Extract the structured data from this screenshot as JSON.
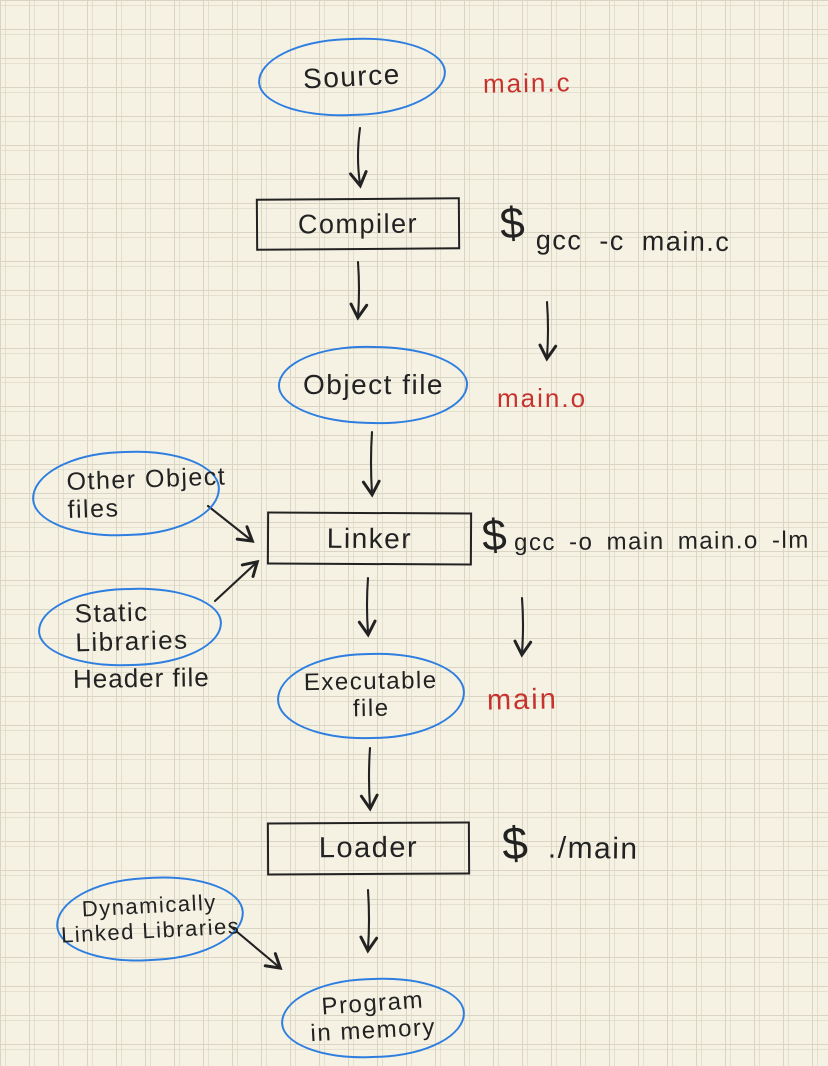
{
  "diagram": {
    "colors": {
      "paper": "#f5f2e4",
      "grid_line": "#d9d4c4",
      "node_stroke_blue": "#2e7ee0",
      "annotation_red": "#c8322d",
      "ink": "#222222"
    },
    "nodes": {
      "source": {
        "shape": "ellipse",
        "label": "Source"
      },
      "compiler": {
        "shape": "rect",
        "label": "Compiler"
      },
      "object_file": {
        "shape": "ellipse",
        "label": "Object file"
      },
      "other_object_files": {
        "shape": "ellipse",
        "lines": [
          "Other Object",
          "files"
        ]
      },
      "linker": {
        "shape": "rect",
        "label": "Linker"
      },
      "static_libraries": {
        "shape": "ellipse",
        "lines": [
          "Static",
          "Libraries"
        ]
      },
      "header_file": {
        "shape": "text",
        "label": "Header file"
      },
      "executable_file": {
        "shape": "ellipse",
        "lines": [
          "Executable",
          "file"
        ]
      },
      "loader": {
        "shape": "rect",
        "label": "Loader"
      },
      "dynamically_linked_libraries": {
        "shape": "ellipse",
        "lines": [
          "Dynamically",
          "Linked Libraries"
        ]
      },
      "program_in_memory": {
        "shape": "ellipse",
        "lines": [
          "Program",
          "in memory"
        ]
      }
    },
    "annotations": {
      "source_filename": "main.c",
      "object_filename": "main.o",
      "executable_name": "main"
    },
    "commands": {
      "compile": {
        "prompt": "$",
        "text": "gcc -c main.c"
      },
      "link": {
        "prompt": "$",
        "text": "gcc -o main main.o -lm"
      },
      "run": {
        "prompt": "$",
        "text": "./main"
      }
    }
  }
}
